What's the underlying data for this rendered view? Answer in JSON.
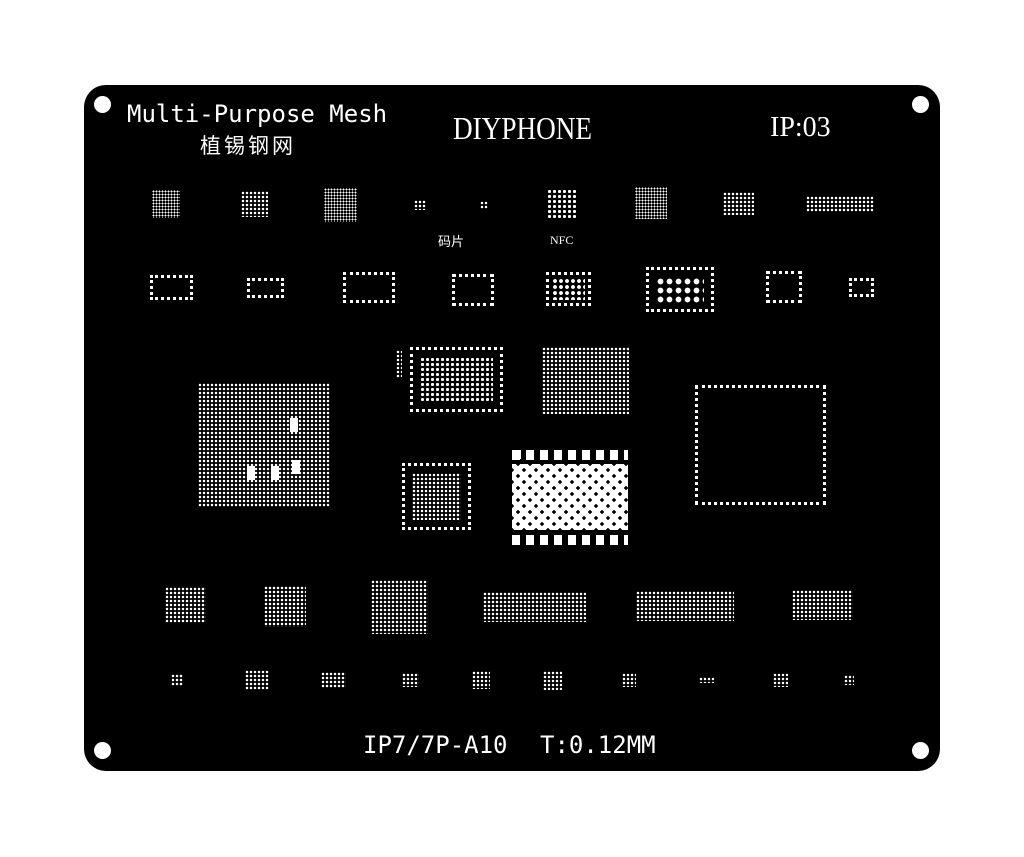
{
  "header": {
    "subtitle_en": "Multi-Purpose Mesh",
    "subtitle_cn": "植锡钢网",
    "brand": "DIYPHONE",
    "model_code": "IP:03"
  },
  "labels": {
    "chip_code": "码片",
    "nfc": "NFC"
  },
  "footer": {
    "model": "IP7/7P-A10",
    "thickness": "T:0.12MM"
  },
  "colors": {
    "plate": "#000000",
    "pads": "#ffffff",
    "background": "#ffffff"
  }
}
